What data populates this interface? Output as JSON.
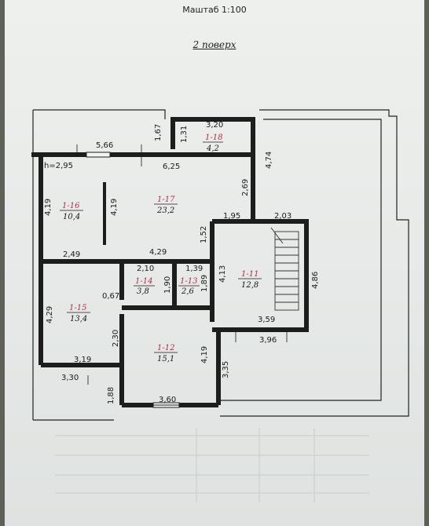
{
  "header": {
    "scale": "Маштаб 1:100",
    "floor_title": "2 поверх"
  },
  "height_label": "h=2,95",
  "rooms": [
    {
      "id": "1-18",
      "area": "4,2"
    },
    {
      "id": "1-17",
      "area": "23,2"
    },
    {
      "id": "1-16",
      "area": "10,4"
    },
    {
      "id": "1-15",
      "area": "13,4"
    },
    {
      "id": "1-14",
      "area": "3,8"
    },
    {
      "id": "1-13",
      "area": "2,6"
    },
    {
      "id": "1-12",
      "area": "15,1"
    },
    {
      "id": "1-11",
      "area": "12,8"
    }
  ],
  "dimensions": {
    "d_1_67": "1,67",
    "d_3_20": "3,20",
    "d_1_31": "1,31",
    "d_4_74": "4,74",
    "d_5_66": "5,66",
    "d_6_25": "6,25",
    "d_4_19_a": "4,19",
    "d_4_19_b": "4,19",
    "d_2_69": "2,69",
    "d_1_95": "1,95",
    "d_2_03": "2,03",
    "d_1_52": "1,52",
    "d_4_86": "4,86",
    "d_2_49": "2,49",
    "d_4_29_a": "4,29",
    "d_2_10": "2,10",
    "d_1_39": "1,39",
    "d_1_90": "1,90",
    "d_1_89": "1,89",
    "d_4_13": "4,13",
    "d_0_67": "0,67",
    "d_4_29_b": "4,29",
    "d_3_59": "3,59",
    "d_3_96": "3,96",
    "d_2_30": "2,30",
    "d_4_19_c": "4,19",
    "d_3_19": "3,19",
    "d_3_35": "3,35",
    "d_3_30": "3,30",
    "d_1_88": "1,88",
    "d_3_60": "3,60"
  }
}
